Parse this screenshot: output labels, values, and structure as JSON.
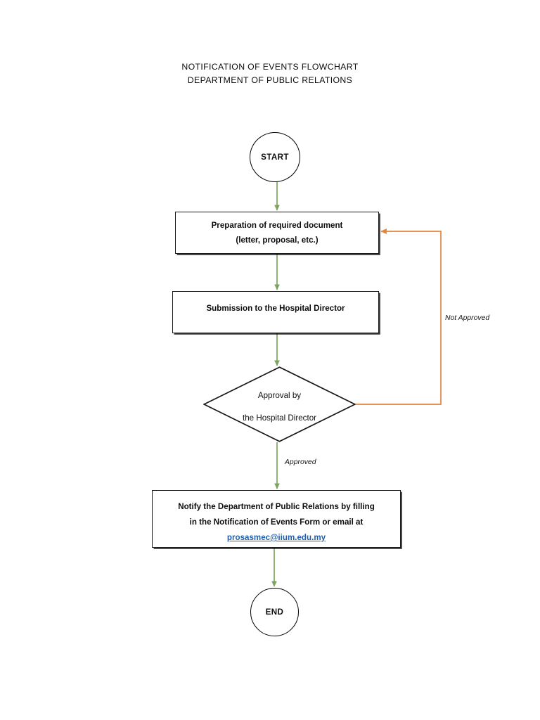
{
  "document": {
    "title_line_1": "NOTIFICATION OF EVENTS FLOWCHART",
    "title_line_2": "DEPARTMENT OF PUBLIC RELATIONS"
  },
  "colors": {
    "flow_arrow_green": "#7DA45C",
    "reject_arrow_orange": "#E2853F",
    "shape_outline": "#1a1a1a",
    "link_blue": "#1F5FAF",
    "text": "#0d0d0d",
    "background": "#ffffff"
  },
  "chart_data": {
    "type": "diagram",
    "diagram_kind": "flowchart",
    "orientation": "top-to-bottom",
    "title": "NOTIFICATION OF EVENTS FLOWCHART / DEPARTMENT OF PUBLIC RELATIONS",
    "nodes": [
      {
        "id": "start",
        "shape": "circle",
        "label": "START"
      },
      {
        "id": "preparation",
        "shape": "rectangle",
        "label": "Preparation of required document (letter, proposal, etc.)"
      },
      {
        "id": "submission",
        "shape": "rectangle",
        "label": "Submission to the Hospital Director"
      },
      {
        "id": "decision",
        "shape": "diamond",
        "label": "Approval by the Hospital Director"
      },
      {
        "id": "notify",
        "shape": "rectangle",
        "label": "Notify the Department of Public Relations by filling in the Notification of Events Form or email at prosasmec@iium.edu.my"
      },
      {
        "id": "end",
        "shape": "circle",
        "label": "END"
      }
    ],
    "edges": [
      {
        "from": "start",
        "to": "preparation",
        "label": "",
        "color": "#7DA45C"
      },
      {
        "from": "preparation",
        "to": "submission",
        "label": "",
        "color": "#7DA45C"
      },
      {
        "from": "submission",
        "to": "decision",
        "label": "",
        "color": "#7DA45C"
      },
      {
        "from": "decision",
        "to": "notify",
        "label": "Approved",
        "color": "#7DA45C"
      },
      {
        "from": "decision",
        "to": "preparation",
        "label": "Not Approved",
        "color": "#E2853F"
      },
      {
        "from": "notify",
        "to": "end",
        "label": "",
        "color": "#7DA45C"
      }
    ]
  },
  "nodes": {
    "start": {
      "label": "START"
    },
    "preparation": {
      "line_1": "Preparation of required document",
      "line_2": "(letter, proposal, etc.)"
    },
    "submission": {
      "line_1": "Submission to the Hospital Director"
    },
    "decision": {
      "line_1": "Approval by",
      "line_2": "the Hospital Director"
    },
    "notify": {
      "line_1": "Notify the Department of Public Relations by filling",
      "line_2": "in the Notification of Events Form or email at",
      "email": "prosasmec@iium.edu.my"
    },
    "end": {
      "label": "END"
    }
  },
  "edge_labels": {
    "not_approved": "Not Approved",
    "approved": "Approved"
  }
}
